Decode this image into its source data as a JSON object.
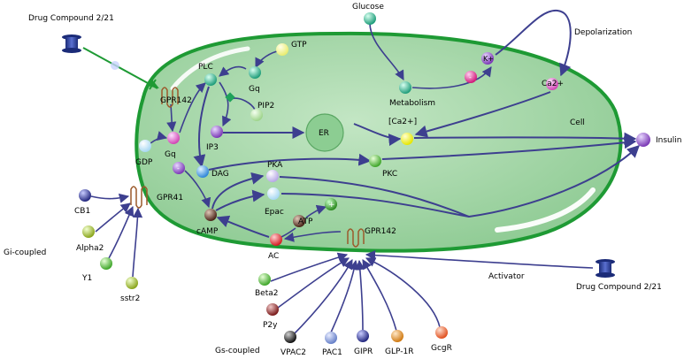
{
  "labels": {
    "drug_top": "Drug Compound 2/21",
    "drug_bottom": "Drug Compound 2/21",
    "glucose": "Glucose",
    "depolarization": "Depolarization",
    "k_plus": "K+",
    "minus": "-",
    "ca2_plus": "Ca2+",
    "metabolism": "Metabolism",
    "ca2_bracket": "[Ca2+]",
    "cell": "Cell",
    "insulin": "Insulin",
    "gtp": "GTP",
    "plc": "PLC",
    "gq_top": "Gq",
    "pip2": "PIP2",
    "gpr142_top": "GPR142",
    "ip3": "IP3",
    "er": "ER",
    "gdp": "GDP",
    "gq_mid": "Gq",
    "dag": "DAG",
    "pka": "PKA",
    "pkc": "PKC",
    "gpr41": "GPR41",
    "epac": "Epac",
    "atp": "ATP",
    "plus": "+",
    "camp": "cAMP",
    "ac": "AC",
    "gpr142_bottom": "GPR142",
    "cb1": "CB1",
    "alpha2": "Alpha2",
    "gi_coupled": "Gi-coupled",
    "y1": "Y1",
    "sstr2": "sstr2",
    "activator": "Activator",
    "beta2": "Beta2",
    "p2y": "P2y",
    "gs_coupled": "Gs-coupled",
    "vpac2": "VPAC2",
    "pac1": "PAC1",
    "gipr": "GIPR",
    "glp1r": "GLP-1R",
    "gcgr": "GcgR"
  },
  "colors": {
    "cell_fill": "#9fd3a2",
    "cell_border": "#1e9a34",
    "arrow": "#3d3f8f",
    "inhibit_arrow": "#1e9a34",
    "er_fill": "#8ccd92",
    "drug_icon": "#2a3a8c"
  }
}
